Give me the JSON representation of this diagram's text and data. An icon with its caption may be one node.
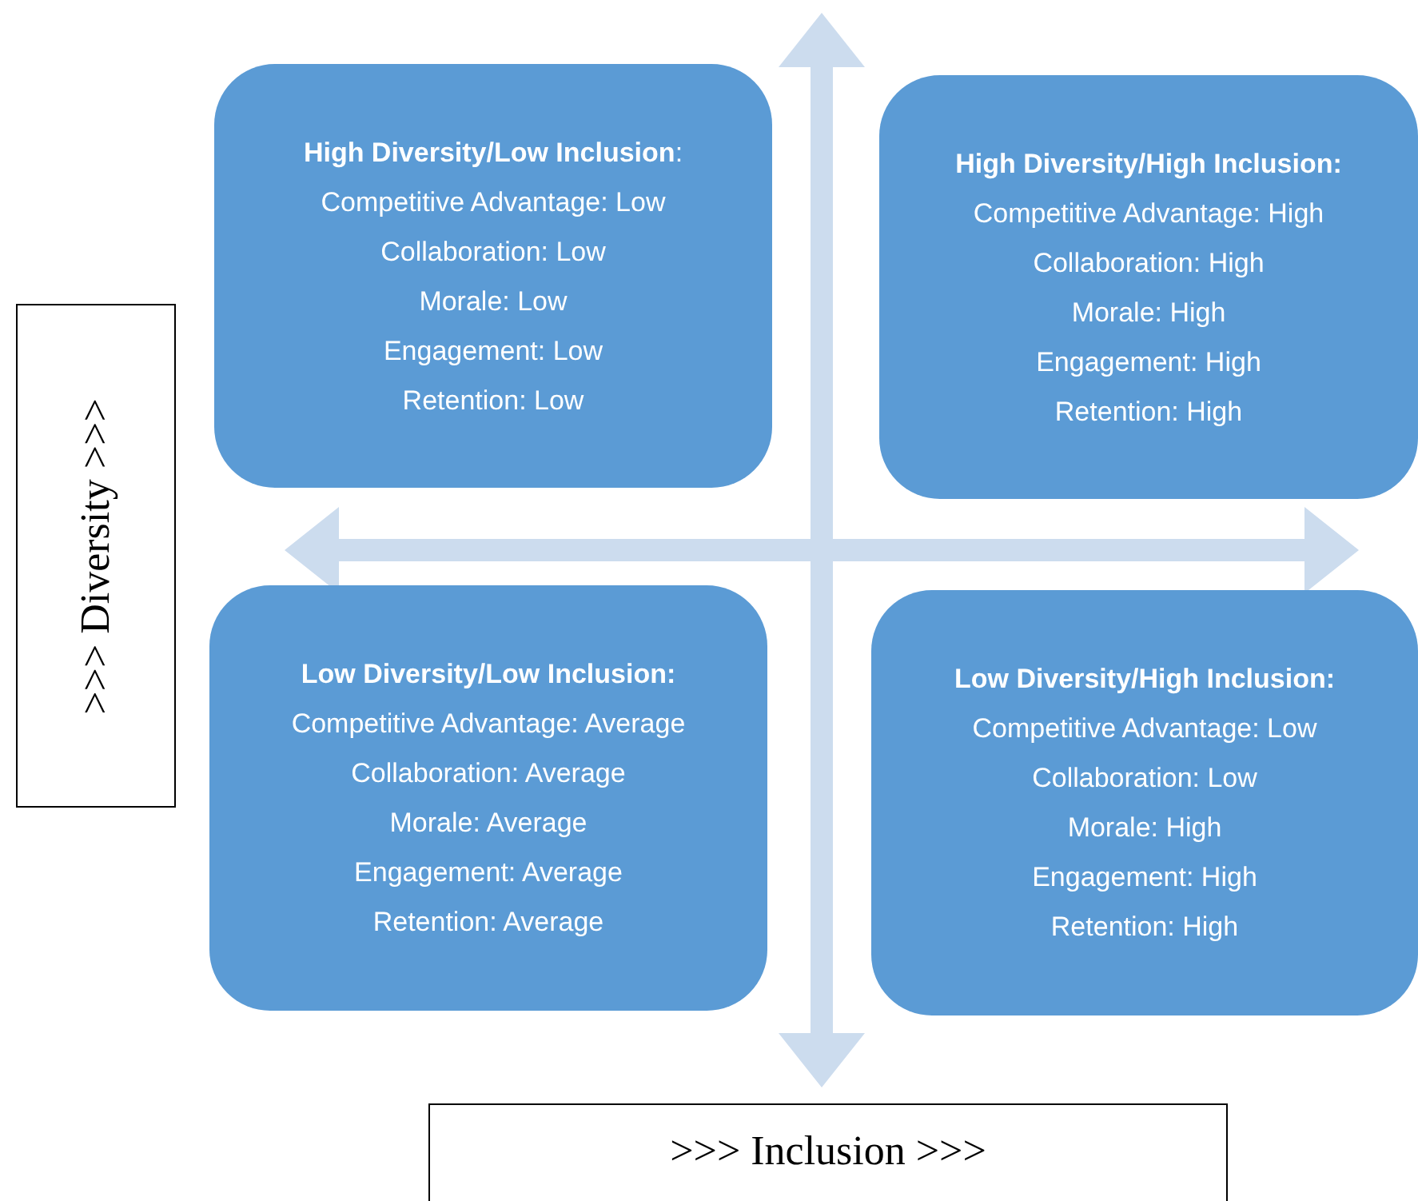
{
  "diagram": {
    "nodes": [
      {
        "text": [
          "**High Diversity/Low Inclusion**:",
          "Competitive Advantage: Low",
          "Collaboration: Low",
          "Morale: Low",
          "Engagement: Low",
          "Retention: Low"
        ]
      },
      {
        "text": [
          "High Diversity/High Inclusion:",
          "Competitive Advantage: High",
          "Collaboration: High",
          "Morale: High",
          "Engagement: High",
          "Retention: High"
        ]
      },
      {
        "text": [
          "Low Diversity/Low Inclusion:",
          "Competitive Advantage: Average",
          "Collaboration: Average",
          "Morale: Average",
          "Engagement: Average",
          "Retention: Average"
        ]
      },
      {
        "text": [
          "Low Diversity/High Inclusion:",
          "Competitive Advantage: Low",
          "Collaboration: Low",
          "Morale: High",
          "Engagement: High",
          "Retention: High"
        ]
      },
      {
        "text": [
          ">>> Diversity >>>"
        ]
      },
      {
        "text": [
          ">>> Inclusion >>>"
        ]
      }
    ],
    "edges": []
  }
}
